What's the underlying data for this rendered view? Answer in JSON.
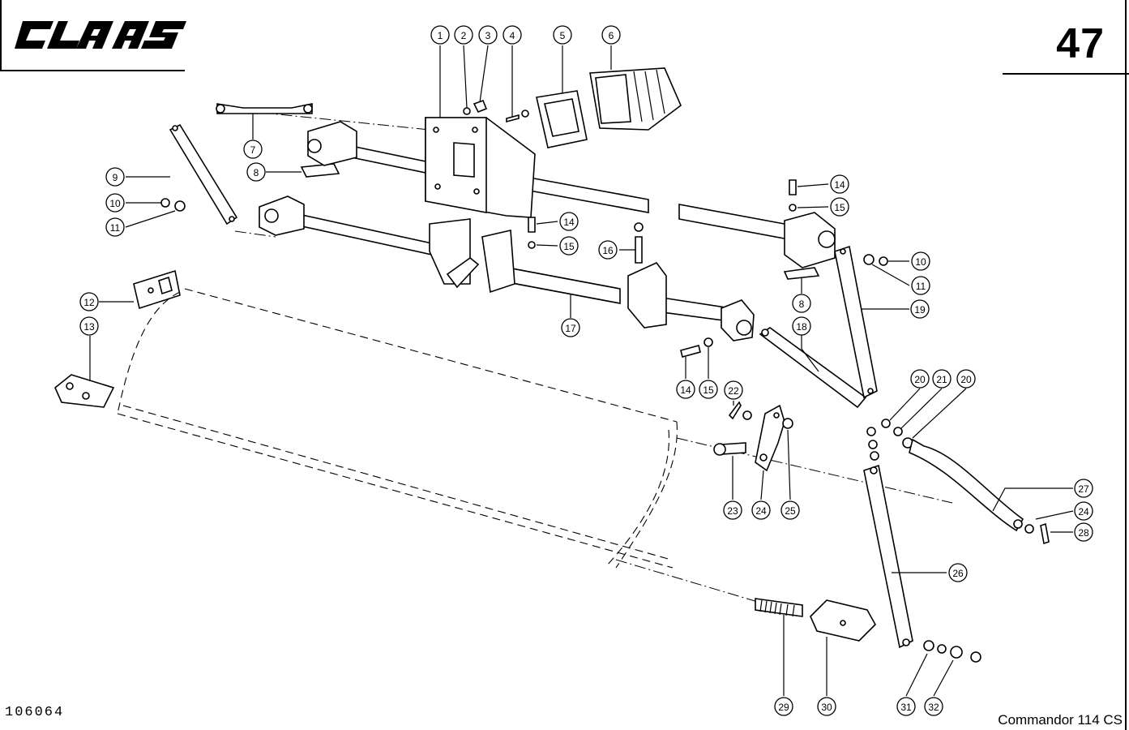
{
  "brand": "CLAAS",
  "page_number": "47",
  "drawing_number": "106064",
  "model": "Commandor 114 CS",
  "callouts": [
    "1",
    "2",
    "3",
    "4",
    "5",
    "6",
    "7",
    "8",
    "9",
    "10",
    "11",
    "12",
    "13",
    "14",
    "15",
    "14",
    "15",
    "16",
    "17",
    "8",
    "18",
    "19",
    "10",
    "11",
    "14",
    "15",
    "20",
    "21",
    "20",
    "22",
    "23",
    "24",
    "25",
    "26",
    "27",
    "24",
    "28",
    "29",
    "30",
    "31",
    "32"
  ]
}
